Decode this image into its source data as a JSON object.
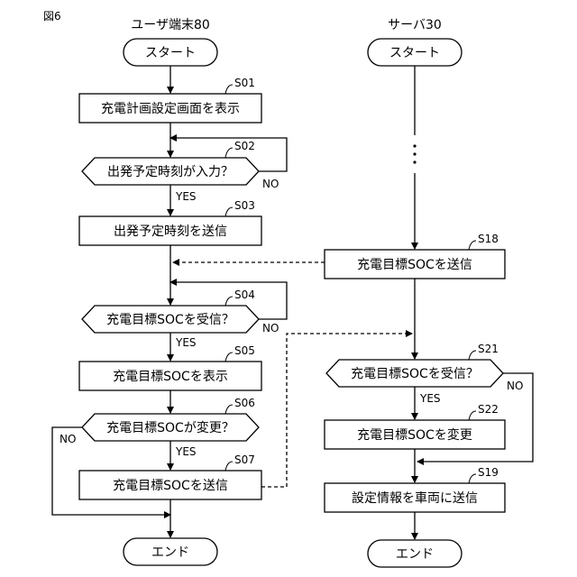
{
  "figure_label": "図6",
  "lanes": {
    "left": "ユーザ端末80",
    "right": "サーバ30"
  },
  "left": {
    "start": "スタート",
    "s01": {
      "step": "S01",
      "text": "充電計画設定画面を表示"
    },
    "s02": {
      "step": "S02",
      "text": "出発予定時刻が入力？",
      "yes": "YES",
      "no": "NO"
    },
    "s03": {
      "step": "S03",
      "text": "出発予定時刻を送信"
    },
    "s04": {
      "step": "S04",
      "text": "充電目標SOCを受信？",
      "yes": "YES",
      "no": "NO"
    },
    "s05": {
      "step": "S05",
      "text": "充電目標SOCを表示"
    },
    "s06": {
      "step": "S06",
      "text": "充電目標SOCが変更？",
      "yes": "YES",
      "no": "NO"
    },
    "s07": {
      "step": "S07",
      "text": "充電目標SOCを送信"
    },
    "end": "エンド"
  },
  "right": {
    "start": "スタート",
    "ellipsis": "⋮",
    "s18": {
      "step": "S18",
      "text": "充電目標SOCを送信"
    },
    "s21": {
      "step": "S21",
      "text": "充電目標SOCを受信？",
      "yes": "YES",
      "no": "NO"
    },
    "s22": {
      "step": "S22",
      "text": "充電目標SOCを変更"
    },
    "s19": {
      "step": "S19",
      "text": "設定情報を車両に送信"
    },
    "end": "エンド"
  }
}
